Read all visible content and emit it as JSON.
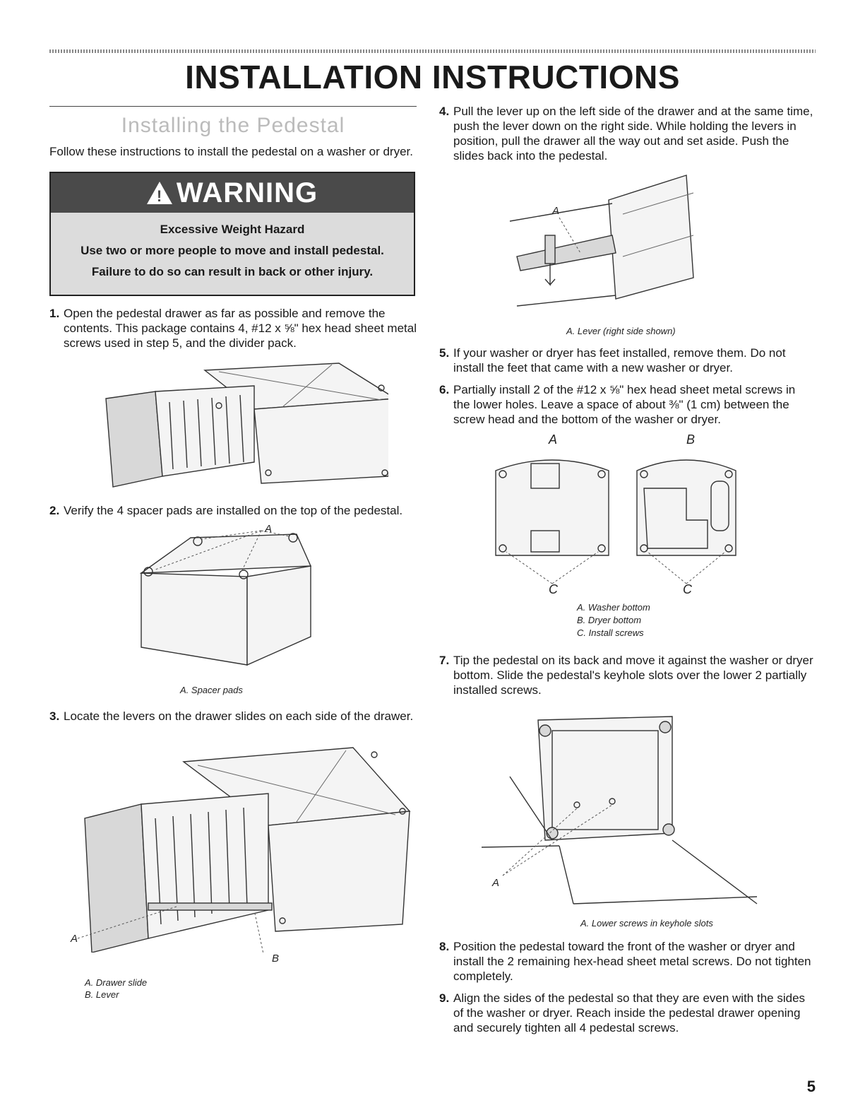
{
  "page": {
    "title": "INSTALLATION INSTRUCTIONS",
    "number": "5"
  },
  "section": {
    "title": "Installing the Pedestal",
    "intro": "Follow these instructions to install the pedestal on a washer or dryer."
  },
  "warning": {
    "heading": "WARNING",
    "lines": [
      "Excessive Weight Hazard",
      "Use two or more people to move and install pedestal.",
      "Failure to do so can result in back or other injury."
    ]
  },
  "steps": [
    {
      "num": "1.",
      "text": "Open the pedestal drawer as far as possible and remove the contents. This package contains 4, #12 x ⅝\" hex head sheet metal screws used in step 5, and the divider pack."
    },
    {
      "num": "2.",
      "text": "Verify the 4 spacer pads are installed on the top of the pedestal."
    },
    {
      "num": "3.",
      "text": "Locate the levers on the drawer slides on each side of the drawer."
    },
    {
      "num": "4.",
      "text": "Pull the lever up on the left side of the drawer and at the same time, push the lever down on the right side. While holding the levers in position, pull the drawer all the way out and set aside. Push the slides back into the pedestal."
    },
    {
      "num": "5.",
      "text": "If your washer or dryer has feet installed, remove them. Do not install the feet that came with a new washer or dryer."
    },
    {
      "num": "6.",
      "text": "Partially install 2 of the #12 x ⅝\" hex head sheet metal screws in the lower holes. Leave a space of about ⅜\" (1 cm) between the screw head and the bottom of the washer or dryer."
    },
    {
      "num": "7.",
      "text": "Tip the pedestal on its back and move it against the washer or dryer bottom. Slide the pedestal's keyhole slots over the lower 2 partially installed screws."
    },
    {
      "num": "8.",
      "text": "Position the pedestal toward the front of the washer or dryer and install the 2 remaining hex-head sheet metal screws. Do not tighten completely."
    },
    {
      "num": "9.",
      "text": "Align the sides of the pedestal so that they are even with the sides of the washer or dryer. Reach inside the pedestal drawer opening and securely tighten all 4 pedestal screws."
    }
  ],
  "figures": {
    "spacer": {
      "label_a": "A",
      "captions": [
        "A. Spacer pads"
      ]
    },
    "slides": {
      "label_a": "A",
      "label_b": "B",
      "captions": [
        "A. Drawer slide",
        "B. Lever"
      ]
    },
    "lever": {
      "label_a": "A",
      "captions": [
        "A. Lever (right side shown)"
      ]
    },
    "bottoms": {
      "label_a": "A",
      "label_b": "B",
      "label_c1": "C",
      "label_c2": "C",
      "captions": [
        "A. Washer bottom",
        "B. Dryer bottom",
        "C. Install screws"
      ]
    },
    "keyhole": {
      "label_a": "A",
      "captions": [
        "A. Lower screws in keyhole slots"
      ]
    }
  }
}
